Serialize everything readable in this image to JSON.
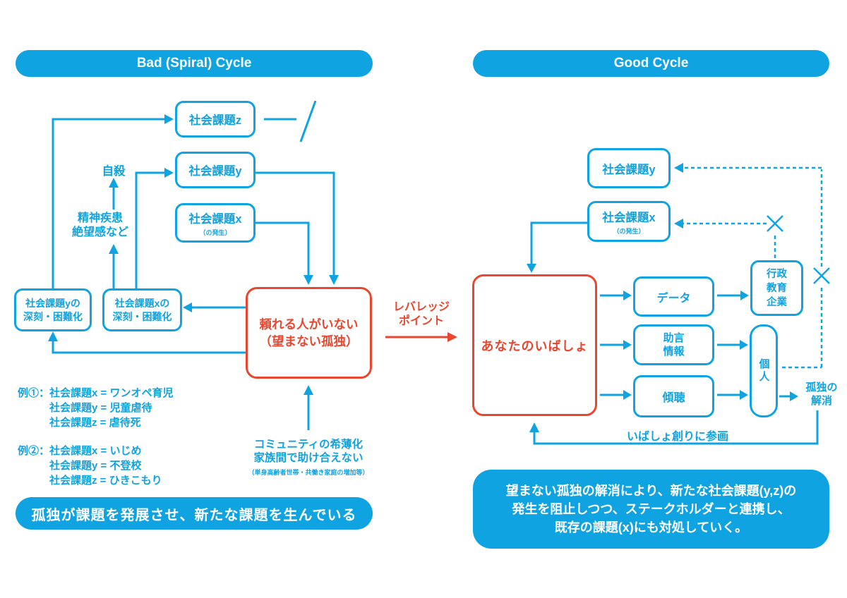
{
  "colors": {
    "blue": "#0FA3E2",
    "red": "#E8462E",
    "white": "#FFFFFF"
  },
  "icons": {
    "broken_link": "/",
    "blocked": "×"
  },
  "bad_cycle": {
    "title": "Bad (Spiral) Cycle",
    "issue_z": "社会課題z",
    "issue_y": "社会課題y",
    "issue_x": "社会課題x",
    "issue_x_sub": "（の発生）",
    "suicide": "自殺",
    "mental_illness": "精神疾患\n絶望感など",
    "worsen_y": "社会課題yの\n深刻・困難化",
    "worsen_x": "社会課題xの\n深刻・困難化",
    "no_one_to_rely_on": "頼れる人がいない\n（望まない孤独）",
    "examples": [
      {
        "label": "例①：",
        "lines": [
          "社会課題x = ワンオペ育児",
          "社会課題y = 児童虐待",
          "社会課題z = 虐待死"
        ]
      },
      {
        "label": "例②：",
        "lines": [
          "社会課題x = いじめ",
          "社会課題y = 不登校",
          "社会課題z = ひきこもり"
        ]
      }
    ],
    "community_cause": "コミュニティの希薄化\n家族間で助け合えない",
    "community_cause_sub": "（単身高齢者世帯・共働き家庭の増加等）",
    "banner": "孤独が課題を発展させ、新たな課題を生んでいる"
  },
  "leverage_point": "レバレッジ\nポイント",
  "good_cycle": {
    "title": "Good Cycle",
    "issue_y": "社会課題y",
    "issue_x": "社会課題x",
    "issue_x_sub": "（の発生）",
    "your_ibasho": "あなたのいばしょ",
    "data": "データ",
    "advice": "助言\n情報",
    "listening": "傾聴",
    "stakeholders": "行政\n教育\n企業",
    "individual": "個人",
    "loneliness_resolved": "孤独の\n解消",
    "participate": "いばしょ創りに参画",
    "note": "望まない孤独の解消により、新たな社会課題(y,z)の\n発生を阻止しつつ、ステークホルダーと連携し、\n既存の課題(x)にも対処していく。"
  }
}
